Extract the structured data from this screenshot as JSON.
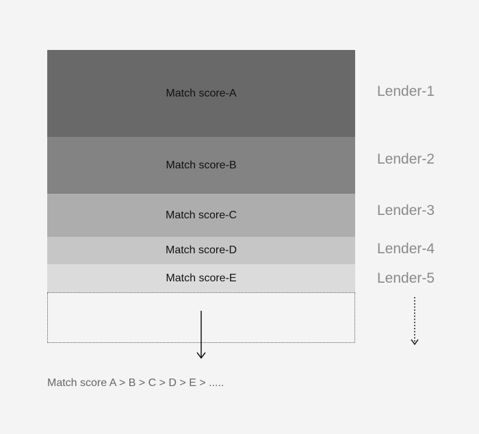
{
  "tiers": [
    {
      "label": "Match score-A",
      "lender": "Lender-1",
      "fill": "#696969"
    },
    {
      "label": "Match score-B",
      "lender": "Lender-2",
      "fill": "#838383"
    },
    {
      "label": "Match score-C",
      "lender": "Lender-3",
      "fill": "#adadad"
    },
    {
      "label": "Match score-D",
      "lender": "Lender-4",
      "fill": "#c6c6c6"
    },
    {
      "label": "Match score-E",
      "lender": "Lender-5",
      "fill": "#dbdbdb"
    }
  ],
  "formula": "Match score A > B > C > D > E > .....",
  "colors": {
    "background": "#f4f4f4",
    "lender_text": "#8a8a8a",
    "formula_text": "#666666",
    "arrow": "#111111"
  }
}
